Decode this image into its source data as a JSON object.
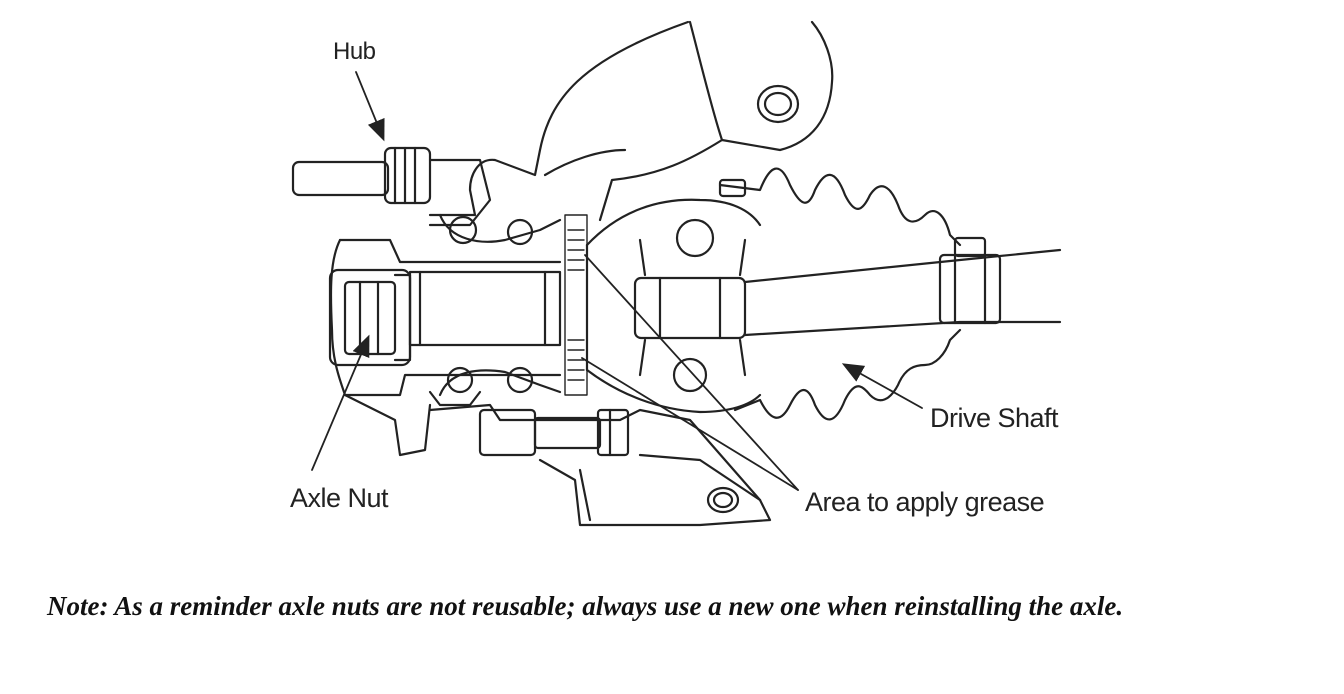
{
  "callouts": {
    "hub": "Hub",
    "axle_nut": "Axle Nut",
    "drive_shaft": "Drive Shaft",
    "grease_area": "Area to apply grease"
  },
  "note": "Note: As a reminder axle nuts are not reusable; always use a new one when reinstalling the axle."
}
